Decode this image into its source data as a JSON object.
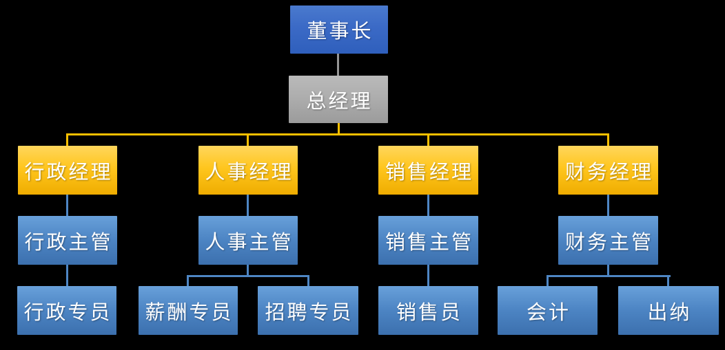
{
  "org_chart": {
    "root": {
      "label": "董事长"
    },
    "general_manager": {
      "label": "总经理"
    },
    "branches": [
      {
        "manager": "行政经理",
        "supervisor": "行政主管",
        "staff": [
          "行政专员"
        ]
      },
      {
        "manager": "人事经理",
        "supervisor": "人事主管",
        "staff": [
          "薪酬专员",
          "招聘专员"
        ]
      },
      {
        "manager": "销售经理",
        "supervisor": "销售主管",
        "staff": [
          "销售员"
        ]
      },
      {
        "manager": "财务经理",
        "supervisor": "财务主管",
        "staff": [
          "会计",
          "出纳"
        ]
      }
    ],
    "colors": {
      "chairman_fill": "#3B6AC6",
      "general_manager_fill": "#ACACAC",
      "manager_fill": "#FFC61E",
      "staff_fill": "#4C84C3",
      "connector_orange": "#FFC000",
      "connector_blue": "#4E86C4",
      "connector_gray": "#969696",
      "background": "#000000",
      "text": "#FFFFFF"
    }
  }
}
